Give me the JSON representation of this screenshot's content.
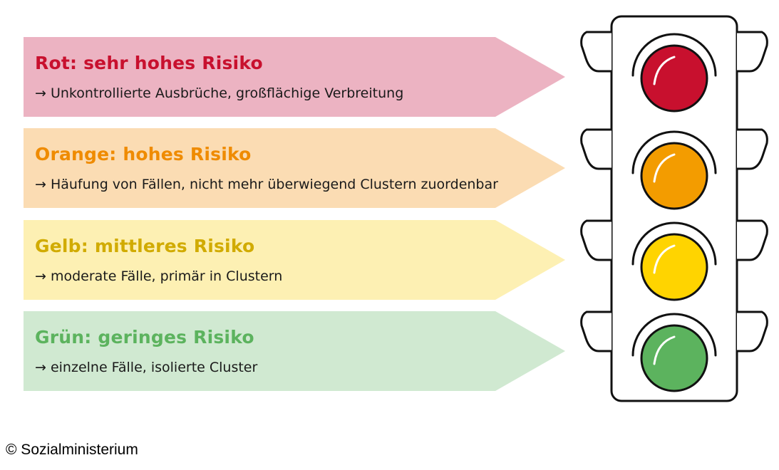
{
  "levels": [
    {
      "title": "Rot: sehr hohes Risiko",
      "description": "→ Unkontrollierte Ausbrüche, großflächige Verbreitung",
      "bg": "#ecb3c2",
      "text_color": "#c8102e",
      "lamp_color": "#c8102e"
    },
    {
      "title": "Orange: hohes Risiko",
      "description": "→ Häufung von Fällen, nicht mehr überwiegend Clustern zuordenbar",
      "bg": "#fbdcb3",
      "text_color": "#ef8b00",
      "lamp_color": "#f39c00"
    },
    {
      "title": "Gelb: mittleres Risiko",
      "description": "→ moderate Fälle, primär in Clustern",
      "bg": "#fdf0b3",
      "text_color": "#d1ab00",
      "lamp_color": "#ffd400"
    },
    {
      "title": "Grün: geringes Risiko",
      "description": "→ einzelne Fälle, isolierte Cluster",
      "bg": "#d0e9d1",
      "text_color": "#5cb35e",
      "lamp_color": "#5cb35e"
    }
  ],
  "copyright": "© Sozialministerium"
}
